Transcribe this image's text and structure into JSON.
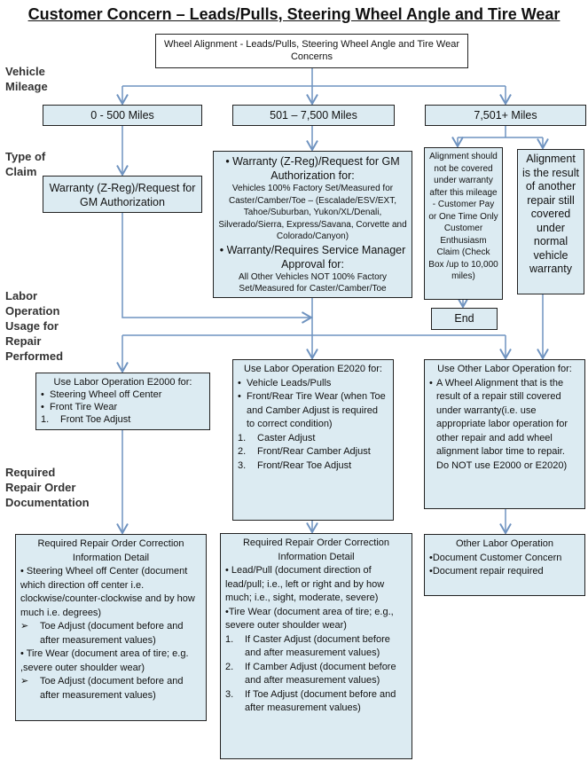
{
  "title": "Customer Concern – Leads/Pulls, Steering Wheel Angle and Tire Wear",
  "top_box": "Wheel Alignment - Leads/Pulls, Steering Wheel Angle and Tire Wear Concerns",
  "side_labels": {
    "mileage": "Vehicle Mileage",
    "claim": "Type of Claim",
    "labor": "Labor Operation Usage for Repair Performed",
    "docs": "Required Repair Order Documentation"
  },
  "mileage": [
    "0 - 500 Miles",
    "501 – 7,500 Miles",
    "7,501+ Miles"
  ],
  "claim_left": "Warranty (Z-Reg)/Request for GM  Authorization",
  "claim_mid": {
    "h1": "• Warranty (Z-Reg)/Request for GM Authorization for:",
    "t1": "Vehicles 100% Factory Set/Measured for Caster/Camber/Toe – (Escalade/ESV/EXT, Tahoe/Suburban, Yukon/XL/Denali, Silverado/Sierra, Express/Savana,  Corvette and Colorado/Canyon)",
    "h2": "• Warranty/Requires Service Manager Approval for:",
    "t2": "All Other Vehicles NOT 100% Factory Set/Measured for Caster/Camber/Toe"
  },
  "claim_right1": "Alignment should not be covered under warranty after this mileage - Customer Pay or  One Time Only Customer Enthusiasm Claim (Check Box /up to 10,000 miles)",
  "claim_right2": "Alignment is the result of another repair still covered under normal vehicle warranty",
  "end": "End",
  "e2000": {
    "title": "Use Labor Operation E2000 for:",
    "b1": "Steering Wheel off Center",
    "b2": "Front Tire Wear",
    "n1": "Front Toe Adjust"
  },
  "e2020": {
    "title": "Use Labor Operation E2020 for:",
    "b1": "Vehicle Leads/Pulls",
    "b2": "Front/Rear Tire Wear (when Toe and Camber Adjust is required to correct condition)",
    "n1": "Caster Adjust",
    "n2": "Front/Rear Camber Adjust",
    "n3": "Front/Rear Toe Adjust"
  },
  "other": {
    "title": "Use Other Labor Operation for:",
    "b1": "A Wheel Alignment that is the result of a repair still covered under warranty(i.e. use appropriate labor operation for other repair and add wheel alignment labor time to repair. Do NOT use E2000 or E2020)"
  },
  "doc_left": {
    "title": "Required Repair Order Correction Information Detail",
    "b1": "Steering Wheel off Center (document which direction off center i.e. clockwise/counter-clockwise and by how much i.e. degrees)",
    "a1": "Toe Adjust (document before and after measurement values)",
    "b2": "Tire Wear (document area of tire; e.g. ,severe outer shoulder wear)",
    "a2": "Toe Adjust (document before and after measurement values)"
  },
  "doc_mid": {
    "title": "Required Repair Order Correction Information Detail",
    "b1": "Lead/Pull (document direction of lead/pull; i.e., left or right and by how much; i.e., sight, moderate, severe)",
    "b2": "Tire Wear (document area of tire; e.g., severe outer shoulder wear)",
    "n1": "If Caster Adjust (document before and after measurement values)",
    "n2": "If Camber Adjust (document before and after measurement values)",
    "n3": "If Toe Adjust (document before and after measurement values)"
  },
  "doc_right": {
    "title": "Other Labor Operation",
    "b1": "Document Customer Concern",
    "b2": "Document repair required"
  },
  "colors": {
    "box_fill": "#dcebf2",
    "connector": "#6f93c0"
  }
}
